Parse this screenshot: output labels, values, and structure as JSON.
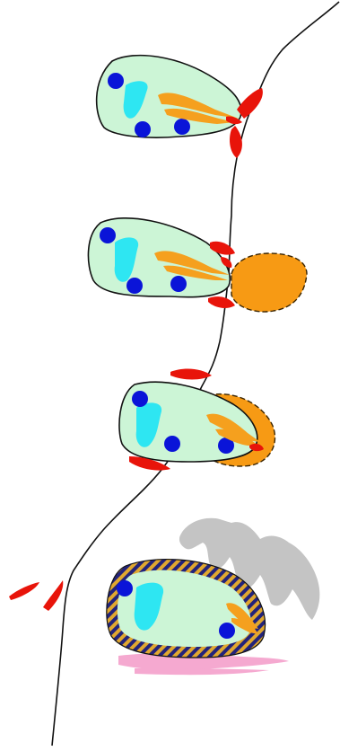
{
  "colors": {
    "background": "#ffffff",
    "membrane_line": "#111111",
    "cell_fill": "#ccf5d6",
    "cell_outline": "#111111",
    "nucleus": "#0a14d8",
    "vacuole": "#2ee6f2",
    "apical_complex": "#f5a01e",
    "red_secretion": "#e8140a",
    "parasitophorous_vacuole": "#f79a14",
    "pv_outline": "#3a2400",
    "host_organelle_grey": "#c4c4c4",
    "pink_band": "#f5a9d0",
    "hatch_dark": "#23237a",
    "hatch_light": "#e0a830"
  },
  "stages": [
    {
      "id": "attachment"
    },
    {
      "id": "invasion-start"
    },
    {
      "id": "invasion-progress"
    },
    {
      "id": "vacuole-formed"
    }
  ]
}
